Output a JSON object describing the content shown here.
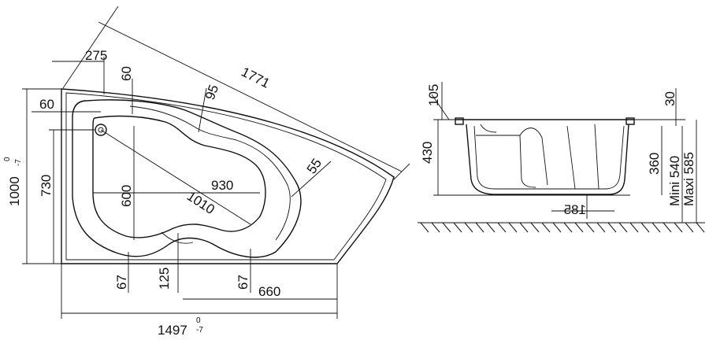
{
  "top_view": {
    "dim_275": "275",
    "dim_60_top": "60",
    "dim_1771": "1771",
    "dim_95": "95",
    "dim_60_left": "60",
    "dim_730": "730",
    "dim_1000": "1000",
    "dim_1000_tol_upper": "0",
    "dim_1000_tol_lower": "-7",
    "dim_600": "600",
    "dim_930": "930",
    "dim_1010": "1010",
    "dim_55": "55",
    "dim_67_left": "67",
    "dim_125": "125",
    "dim_67_right": "67",
    "dim_660": "660",
    "dim_1497": "1497",
    "dim_1497_tol_upper": "0",
    "dim_1497_tol_lower": "-7"
  },
  "side_view": {
    "dim_105": "105",
    "dim_430": "430",
    "dim_30": "30",
    "dim_360": "360",
    "dim_mini": "Mini 540",
    "dim_maxi": "Maxi 585",
    "dim_185": "185"
  }
}
